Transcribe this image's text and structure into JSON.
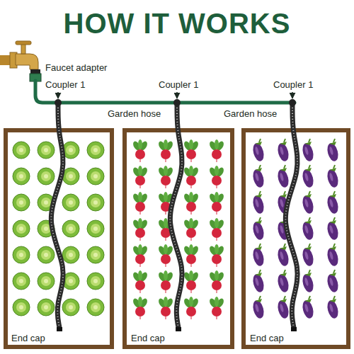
{
  "diagram": {
    "title": "HOW IT WORKS",
    "labels": [
      "Faucet adapter",
      "Coupler 1",
      "Coupler 1",
      "Coupler 1",
      "Garden hose",
      "Garden hose",
      "End cap",
      "End cap",
      "End cap"
    ]
  }
}
